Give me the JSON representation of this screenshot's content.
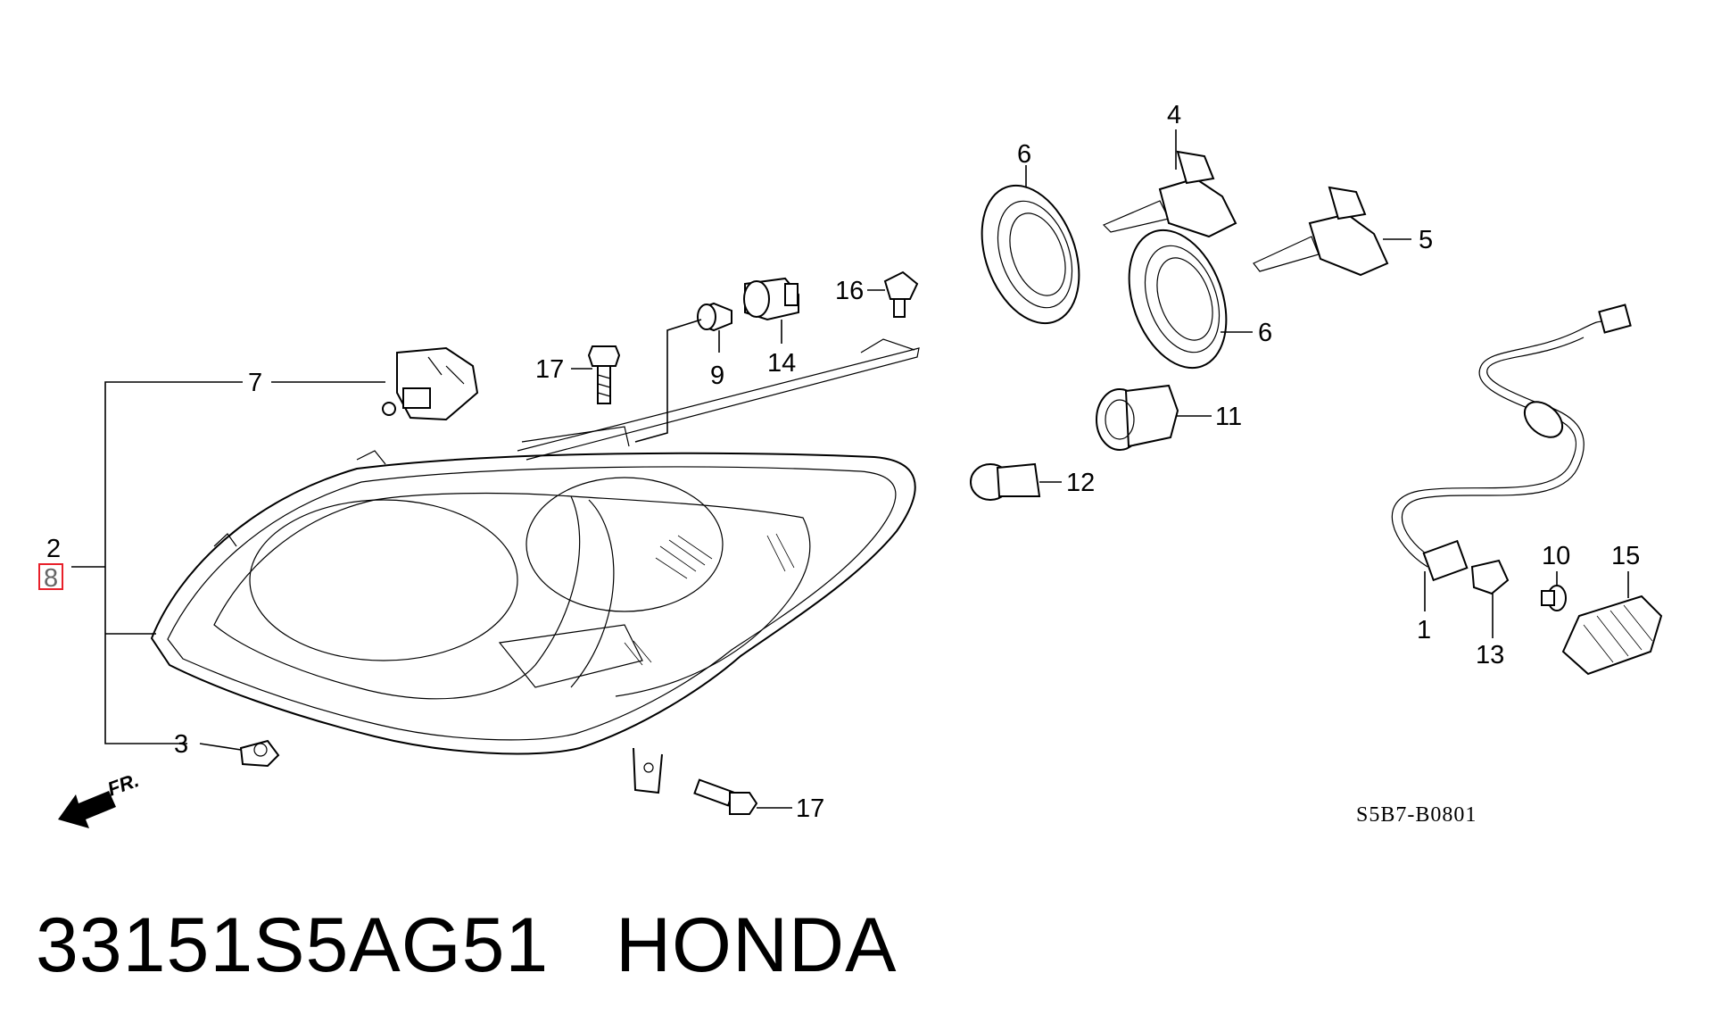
{
  "diagram": {
    "callouts": [
      {
        "id": "1",
        "label": "1"
      },
      {
        "id": "2",
        "label": "2"
      },
      {
        "id": "3",
        "label": "3"
      },
      {
        "id": "4",
        "label": "4"
      },
      {
        "id": "5",
        "label": "5"
      },
      {
        "id": "6a",
        "label": "6"
      },
      {
        "id": "6b",
        "label": "6"
      },
      {
        "id": "7",
        "label": "7"
      },
      {
        "id": "8",
        "label": "8"
      },
      {
        "id": "9",
        "label": "9"
      },
      {
        "id": "10",
        "label": "10"
      },
      {
        "id": "11",
        "label": "11"
      },
      {
        "id": "12",
        "label": "12"
      },
      {
        "id": "13",
        "label": "13"
      },
      {
        "id": "14",
        "label": "14"
      },
      {
        "id": "15",
        "label": "15"
      },
      {
        "id": "16",
        "label": "16"
      },
      {
        "id": "17a",
        "label": "17"
      },
      {
        "id": "17b",
        "label": "17"
      }
    ],
    "front_arrow_label": "FR.",
    "diagram_code": "S5B7-B0801",
    "highlight_color": "#e8202a"
  },
  "footer": {
    "part_number": "33151S5AG51",
    "brand": "HONDA"
  }
}
